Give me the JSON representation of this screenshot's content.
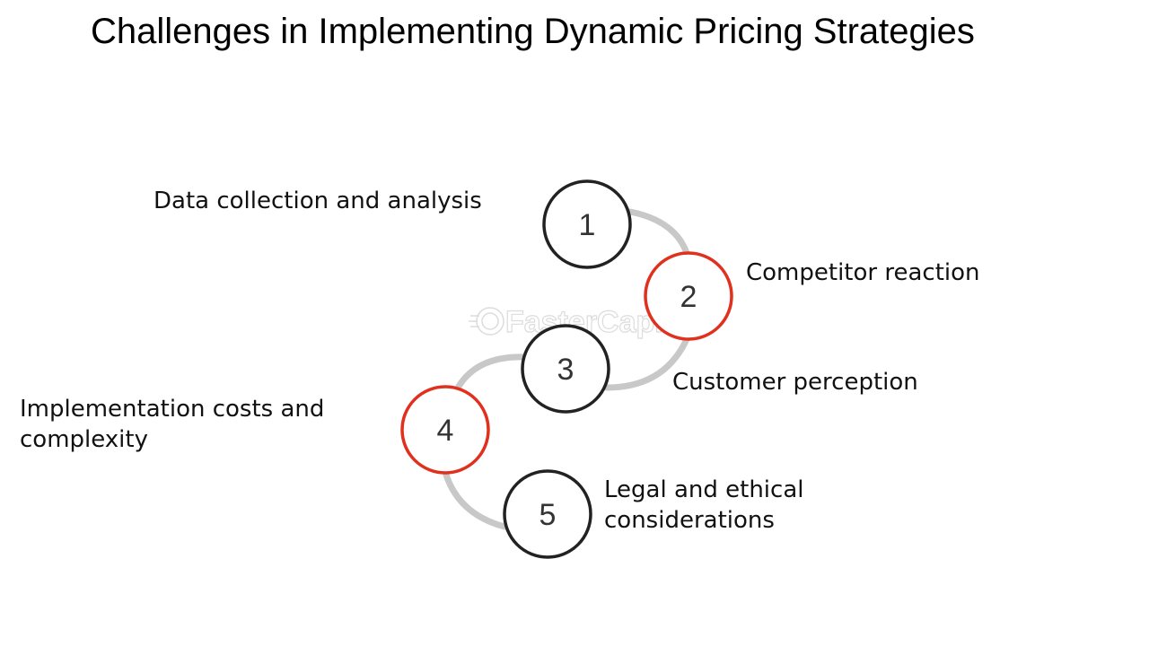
{
  "title": "Challenges in Implementing Dynamic Pricing Strategies",
  "steps": [
    {
      "number": "1",
      "label": "Data collection and analysis",
      "accent": "#222222"
    },
    {
      "number": "2",
      "label": "Competitor reaction",
      "accent": "#e0301e"
    },
    {
      "number": "3",
      "label": "Customer perception",
      "accent": "#222222"
    },
    {
      "number": "4",
      "label_lines": [
        "Implementation costs and",
        "complexity"
      ],
      "accent": "#e0301e"
    },
    {
      "number": "5",
      "label_lines": [
        "Legal and ethical",
        "considerations"
      ],
      "accent": "#222222"
    }
  ],
  "watermark": "FasterCapital",
  "colors": {
    "dark_ring": "#222222",
    "red_ring": "#e0301e",
    "connector": "#c8c8c8"
  }
}
